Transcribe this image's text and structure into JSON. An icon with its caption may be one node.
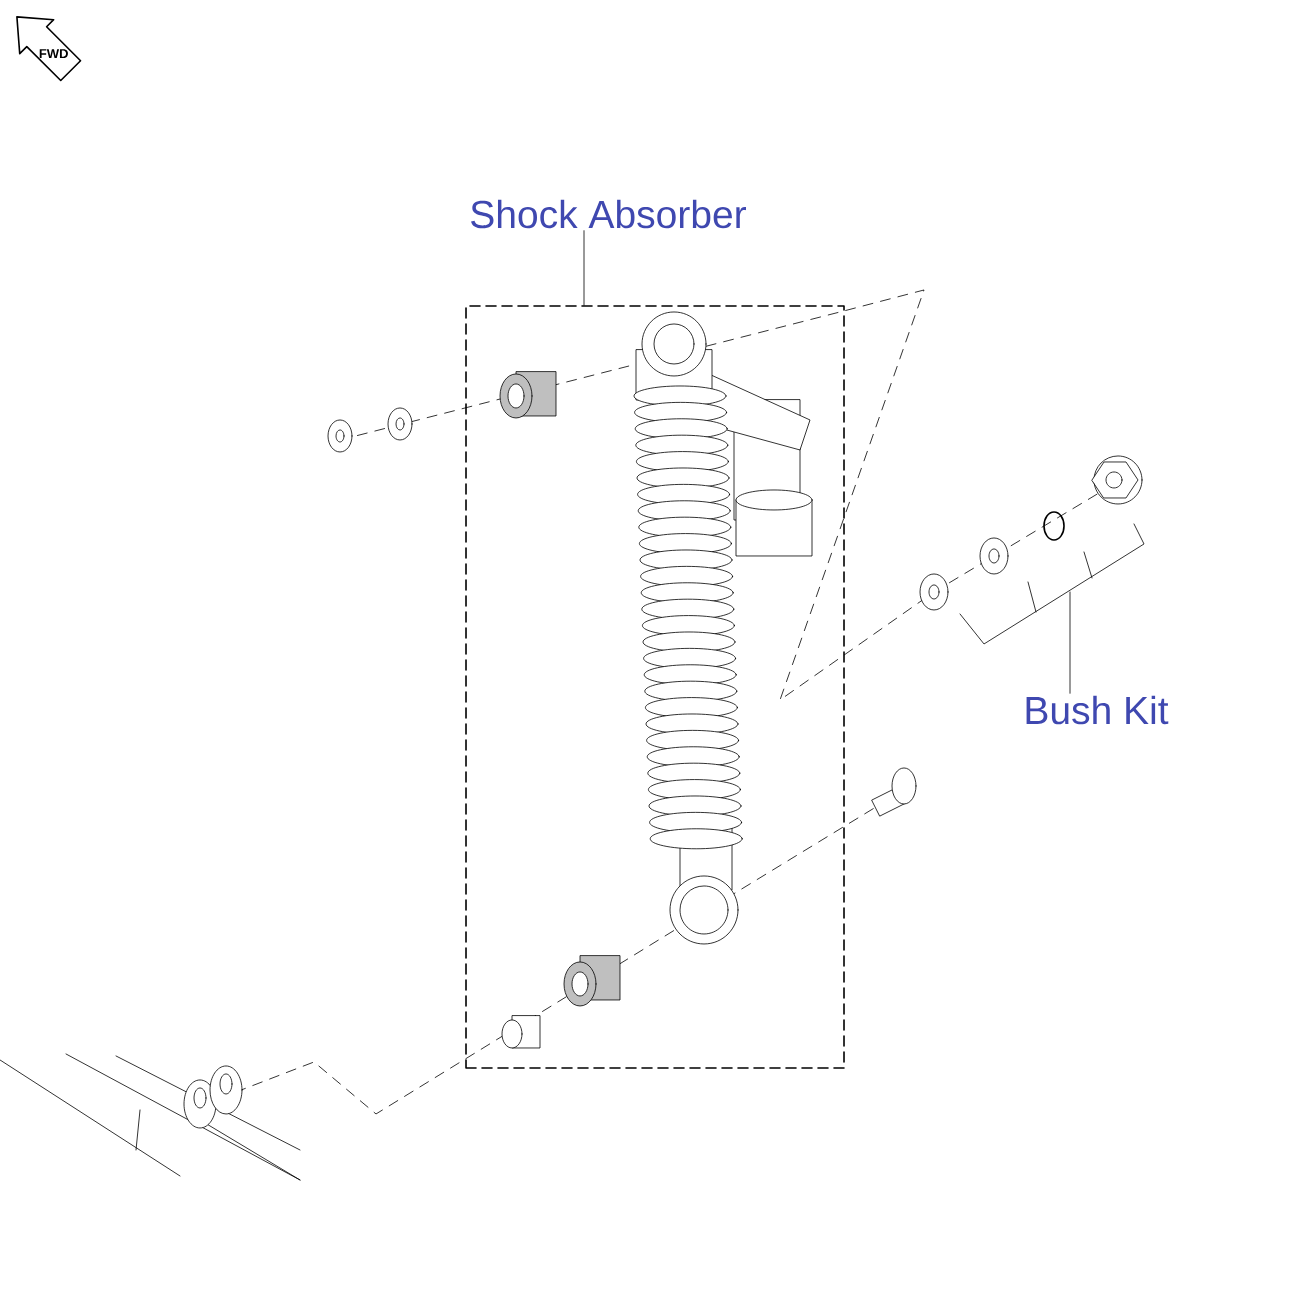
{
  "diagram": {
    "nodes": [
      {
        "text": [
          "Shock Absorber"
        ]
      },
      {
        "text": [],
        "shape": "box"
      },
      {
        "text": [
          "Bush Kit"
        ]
      },
      {
        "text": [],
        "shape": "bracket"
      }
    ],
    "edges": [
      {
        "from": 0,
        "to": 1,
        "arrow": "none"
      },
      {
        "from": 2,
        "to": 3,
        "arrow": "none"
      }
    ],
    "labels": [
      "FWD"
    ]
  }
}
